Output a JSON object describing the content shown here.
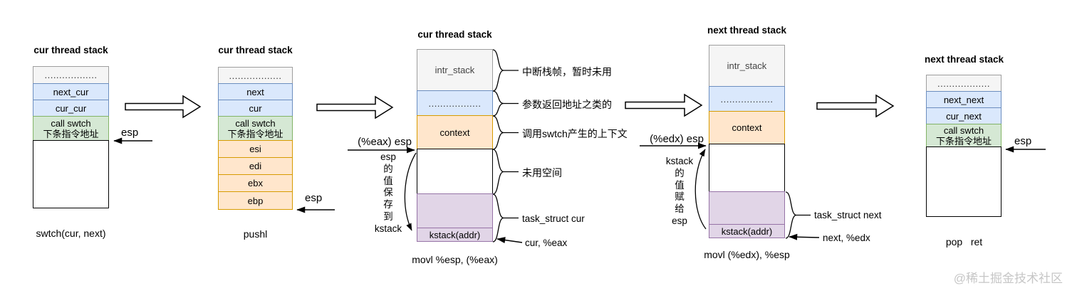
{
  "diagram": {
    "watermark": "@稀土掘金技术社区",
    "colors": {
      "gray_fill": "#f5f5f5",
      "gray_border": "#9e9e9e",
      "blue_fill": "#dae8fc",
      "blue_border": "#6c8ebf",
      "green_fill": "#d5e8d4",
      "green_border": "#82b366",
      "orange_fill": "#ffe6cc",
      "orange_border": "#d79b00",
      "purple_fill": "#e1d5e7",
      "purple_border": "#9673a6",
      "box_border": "#000000",
      "watermark_color": "#c6c6c6"
    },
    "stacks": [
      {
        "title": "cur thread stack",
        "caption": "swtch(cur, next)",
        "esp": "esp",
        "rows": {
          "dots": "..................",
          "r1": "next_cur",
          "r2": "cur_cur",
          "call1": "call swtch",
          "call2": "下条指令地址"
        }
      },
      {
        "title": "cur thread stack",
        "caption": "pushl",
        "esp": "esp",
        "rows": {
          "dots": "..................",
          "r1": "next",
          "r2": "cur",
          "call1": "call swtch",
          "call2": "下条指令地址",
          "esi": "esi",
          "edi": "edi",
          "ebx": "ebx",
          "ebp": "ebp"
        }
      },
      {
        "title": "cur thread stack",
        "caption": "movl %esp, (%eax)",
        "rows": {
          "intr": "intr_stack",
          "dots": "..................",
          "context": "context",
          "kstack": "kstack(addr)"
        },
        "left": {
          "reg": "(%eax) esp",
          "vertical": [
            "esp",
            "的",
            "值",
            "保",
            "存",
            "到",
            "kstack"
          ]
        },
        "right": {
          "labels": [
            "中断栈帧，暂时未用",
            "参数返回地址之类的",
            "调用swtch产生的上下文",
            "未用空间",
            "task_struct cur"
          ],
          "pointer": "cur, %eax"
        }
      },
      {
        "title": "next thread stack",
        "caption": "movl (%edx), %esp",
        "rows": {
          "intr": "intr_stack",
          "dots": "..................",
          "context": "context",
          "kstack": "kstack(addr)"
        },
        "left": {
          "reg": "(%edx) esp",
          "vertical": [
            "kstack",
            "的",
            "值",
            "赋",
            "给",
            "esp"
          ]
        },
        "right": {
          "labels": [
            "task_struct next"
          ],
          "pointer": "next, %edx"
        }
      },
      {
        "title": "next thread stack",
        "caption": "pop   ret",
        "esp": "esp",
        "rows": {
          "dots": "..................",
          "r1": "next_next",
          "r2": "cur_next",
          "call1": "call swtch",
          "call2": "下条指令地址"
        }
      }
    ]
  }
}
